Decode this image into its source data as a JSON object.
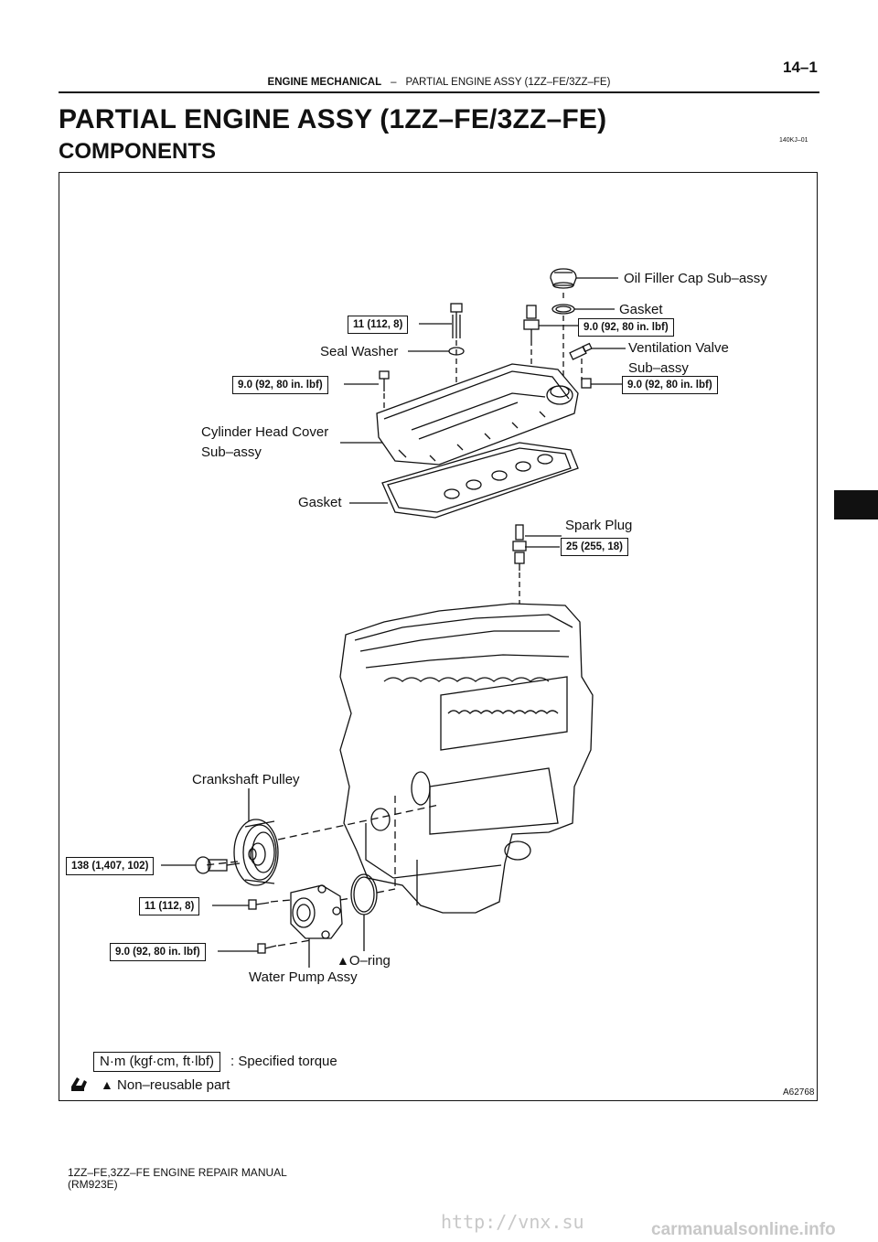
{
  "header": {
    "page_number": "14–1",
    "section": "ENGINE MECHANICAL",
    "separator": "–",
    "subsection": "PARTIAL ENGINE ASSY (1ZZ–FE/3ZZ–FE)"
  },
  "title": "PARTIAL ENGINE ASSY (1ZZ–FE/3ZZ–FE)",
  "subtitle": "COMPONENTS",
  "figure_code": "140KJ–01",
  "figure_id": "A62768",
  "parts": {
    "oil_filler_cap": "Oil Filler Cap Sub–assy",
    "gasket_cap": "Gasket",
    "seal_washer": "Seal Washer",
    "ventilation_valve_1": "Ventilation Valve",
    "ventilation_valve_2": "Sub–assy",
    "cylinder_head_cover_1": "Cylinder Head Cover",
    "cylinder_head_cover_2": "Sub–assy",
    "gasket_cover": "Gasket",
    "spark_plug": "Spark Plug",
    "crankshaft_pulley": "Crankshaft Pulley",
    "o_ring": "O–ring",
    "water_pump": "Water Pump Assy"
  },
  "torques": {
    "cover_bolt_top": "11 (112, 8)",
    "stud_right": "9.0 (92, 80 in. lbf)",
    "cover_left": "9.0 (92, 80 in. lbf)",
    "cover_right": "9.0 (92, 80 in. lbf)",
    "spark_plug": "25 (255, 18)",
    "pulley_bolt": "138 (1,407, 102)",
    "pump_bolt_1": "11 (112, 8)",
    "pump_bolt_2": "9.0 (92, 80 in. lbf)"
  },
  "legend": {
    "torque_unit": "N·m (kgf·cm, ft·lbf)",
    "torque_desc": ": Specified torque",
    "nonreusable_symbol": "▲",
    "nonreusable_desc": "Non–reusable part"
  },
  "footer": {
    "line1": "1ZZ–FE,3ZZ–FE ENGINE REPAIR MANUAL",
    "line2": "(RM923E)"
  },
  "watermark": {
    "left": "http://vnx.su",
    "right": "carmanualsonline.info"
  }
}
